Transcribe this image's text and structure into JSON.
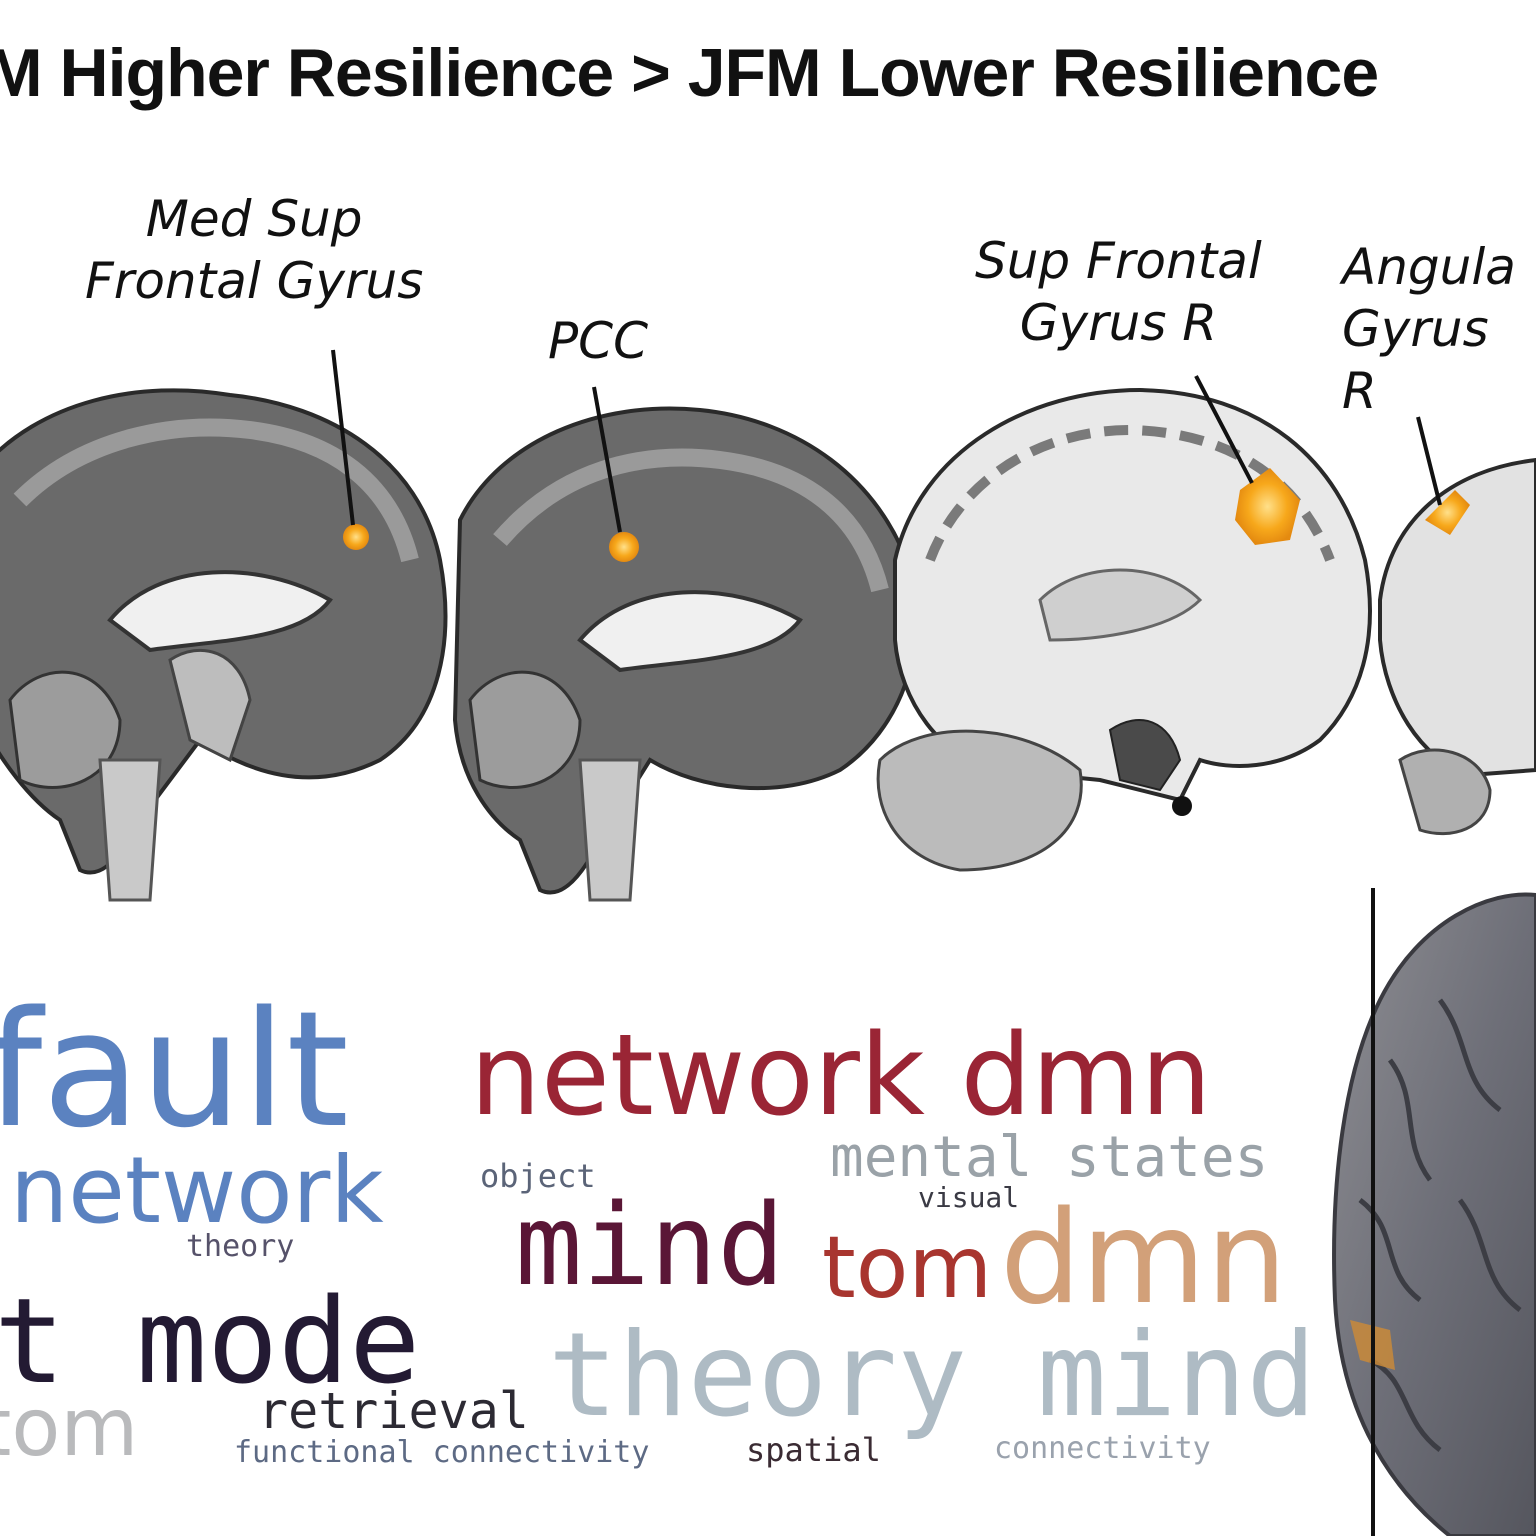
{
  "figure": {
    "title": "M Higher Resilience > JFM Lower Resilience"
  },
  "labels": {
    "med_sup_frontal": "Med Sup\nFrontal Gyrus",
    "pcc": "PCC",
    "sup_frontal_r": "Sup Frontal\nGyrus R",
    "angular_r": "Angula\nGyrus R"
  },
  "word_cloud": {
    "words": [
      {
        "text": "fault",
        "color": "#5b82c0"
      },
      {
        "text": "network dmn",
        "color": "#9a2535"
      },
      {
        "text": "network",
        "color": "#5b82c0"
      },
      {
        "text": "mental states",
        "color": "#9aa2a8"
      },
      {
        "text": "object",
        "color": "#5b6478"
      },
      {
        "text": "visual",
        "color": "#3a3a44"
      },
      {
        "text": "theory",
        "color": "#56526a"
      },
      {
        "text": "mind",
        "color": "#5a1636"
      },
      {
        "text": "tom",
        "color": "#a8352f"
      },
      {
        "text": "dmn",
        "color": "#d2a079"
      },
      {
        "text": "t mode",
        "color": "#231a33"
      },
      {
        "text": "theory mind",
        "color": "#aebbc4"
      },
      {
        "text": "tom",
        "color": "#b9babc"
      },
      {
        "text": "retrieval",
        "color": "#2c2a33"
      },
      {
        "text": "functional connectivity",
        "color": "#5d6a84"
      },
      {
        "text": "spatial",
        "color": "#3a2b33"
      },
      {
        "text": "connectivity",
        "color": "#9aa2ad"
      }
    ]
  },
  "colors": {
    "activation": "#f7a81b",
    "brain_dark": "#5f5f5f",
    "brain_light": "#d9d9d9"
  }
}
